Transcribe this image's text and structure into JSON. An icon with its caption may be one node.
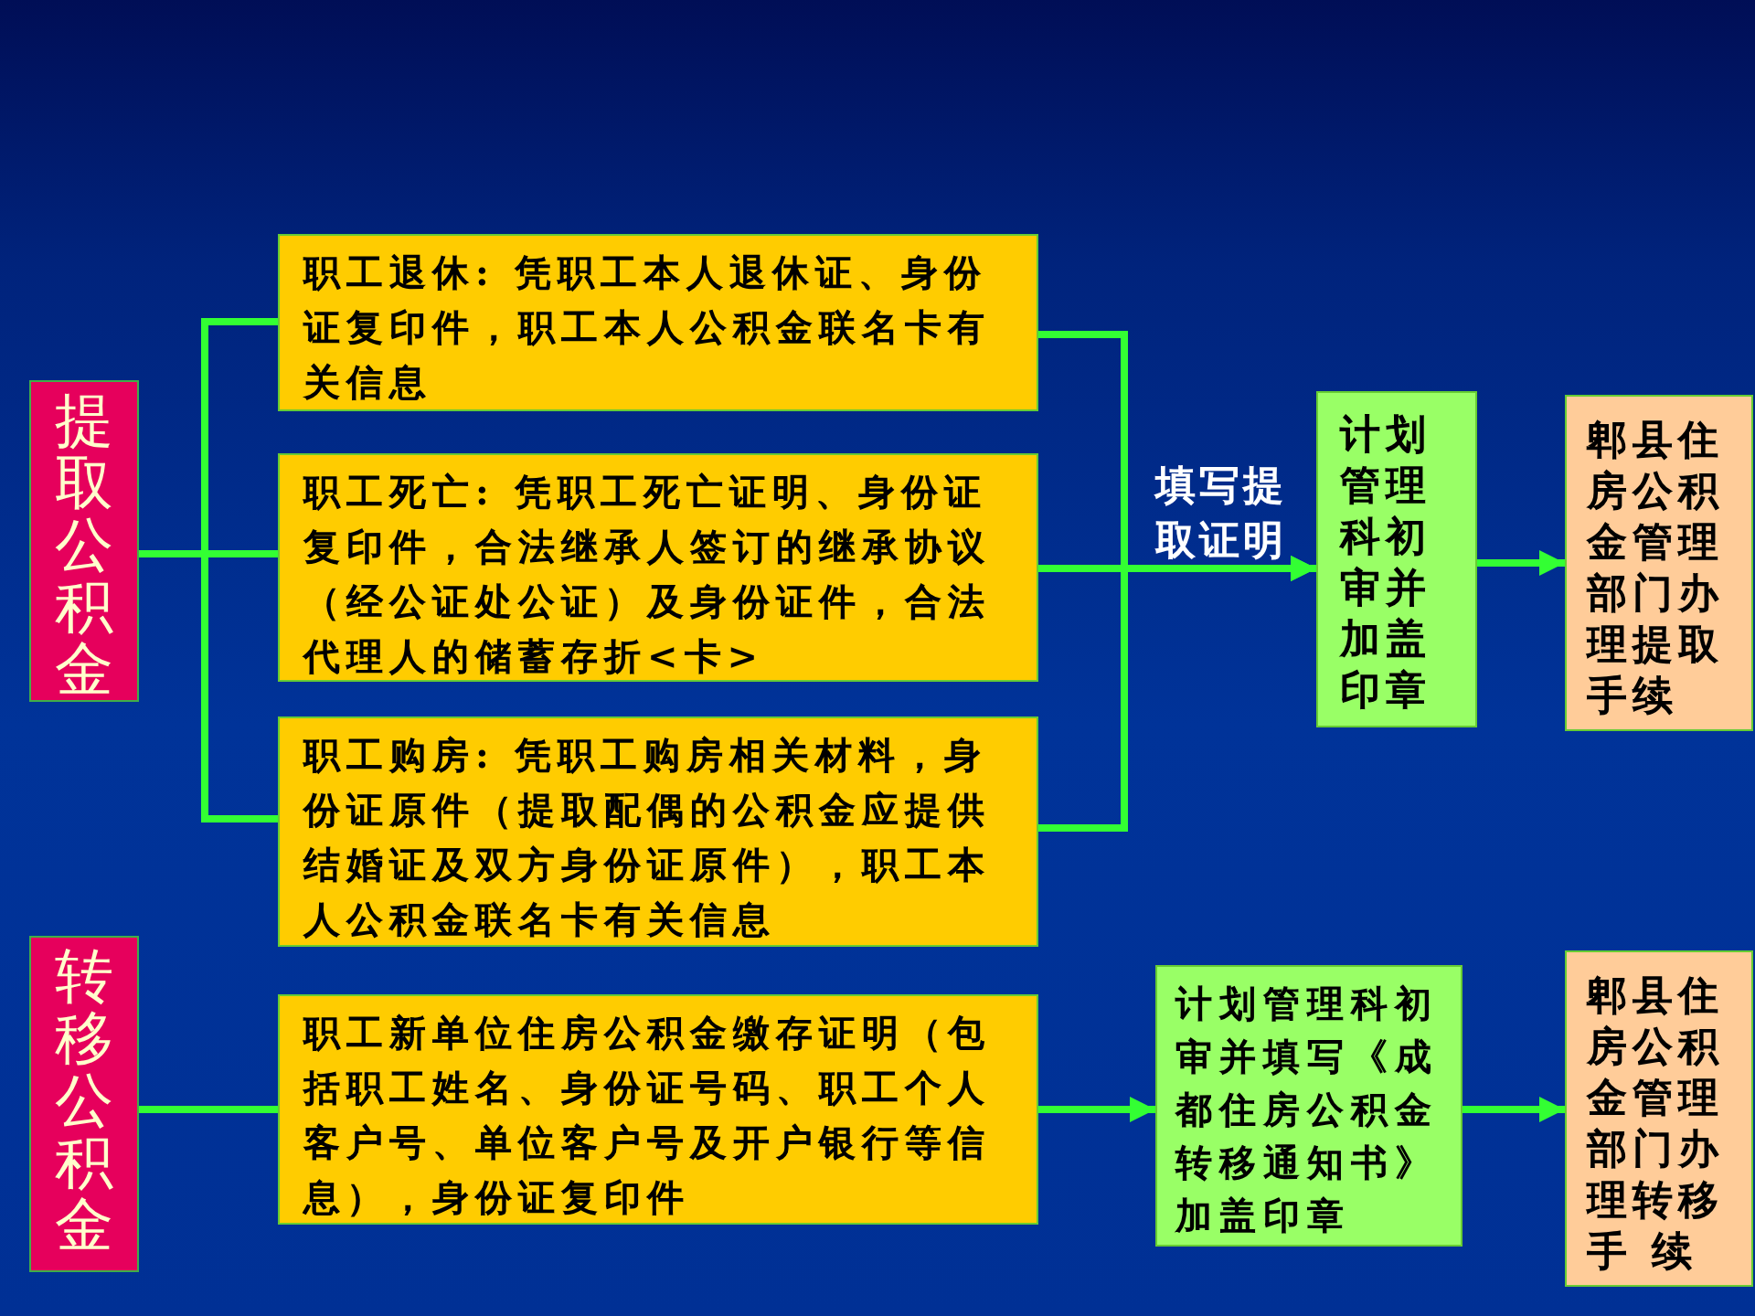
{
  "diagram": {
    "nodes": [
      {
        "text": [
          "提取公积金"
        ]
      },
      {
        "text": [
          "职工退休: 凭职工本人退休证、身份证复印件，职工本人公积金联名卡有关信息"
        ]
      },
      {
        "text": [
          "职工死亡: 凭职工死亡证明、身份证复印件，合法继承人签订的继承协议（经公证处公证）及身份证件，合法代理人的储蓄存折<卡>"
        ]
      },
      {
        "text": [
          "职工购房: 凭职工购房相关材料，身份证原件（提取配偶的公积金应提供结婚证及双方身份证原件），职工本人公积金联名卡有关信息"
        ]
      },
      {
        "text": [
          "计划管理科初审并加盖印章"
        ]
      },
      {
        "text": [
          "郫县住房公积金管理部门办理提取手续"
        ]
      },
      {
        "text": [
          "转移公积金"
        ]
      },
      {
        "text": [
          "职工新单位住房公积金缴存证明（包括职工姓名、身份证号码、职工个人客户号、单位客户号及开户银行等信息），身份证复印件"
        ]
      },
      {
        "text": [
          "计划管理科初审并填写《成都住房公积金转移通知书》加盖印章"
        ]
      },
      {
        "text": [
          "郫县住房公积金管理部门办理转移手 续"
        ]
      }
    ],
    "edges": [
      {
        "from": 0,
        "to": 1,
        "arrow": "none"
      },
      {
        "from": 0,
        "to": 2,
        "arrow": "none"
      },
      {
        "from": 0,
        "to": 3,
        "arrow": "none"
      },
      {
        "from": 1,
        "to": 4,
        "arrow": "to"
      },
      {
        "from": 2,
        "to": 4,
        "arrow": "to",
        "label": "填写提取证明"
      },
      {
        "from": 3,
        "to": 4,
        "arrow": "to"
      },
      {
        "from": 4,
        "to": 5,
        "arrow": "to"
      },
      {
        "from": 6,
        "to": 7,
        "arrow": "none"
      },
      {
        "from": 7,
        "to": 8,
        "arrow": "to"
      },
      {
        "from": 8,
        "to": 9,
        "arrow": "to"
      }
    ]
  }
}
